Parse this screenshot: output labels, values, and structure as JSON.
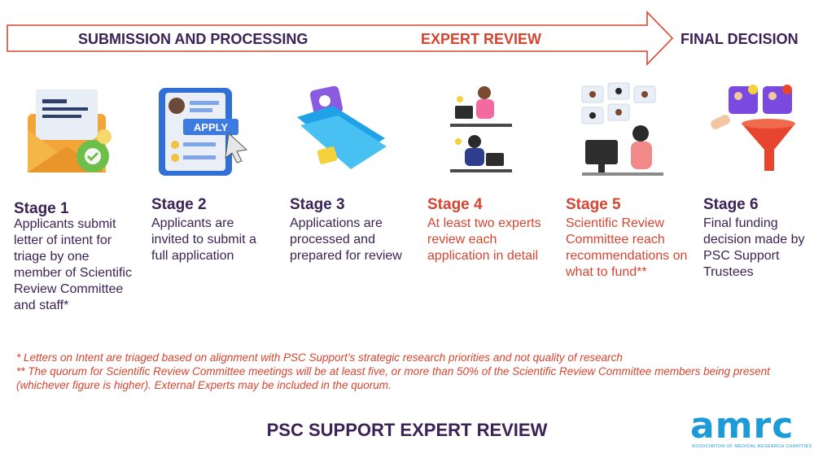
{
  "phases": [
    "SUBMISSION AND PROCESSING",
    "EXPERT REVIEW",
    "FINAL DECISION"
  ],
  "stages": [
    {
      "title": "Stage 1",
      "desc": "Applicants submit letter of intent for triage by one member of Scientific Review Committee and staff*",
      "icon": "envelope-letter-icon"
    },
    {
      "title": "Stage 2",
      "desc": "Applicants are invited to submit a full application",
      "icon": "apply-form-icon"
    },
    {
      "title": "Stage 3",
      "desc": "Applications are processed and prepared for review",
      "icon": "folder-icon"
    },
    {
      "title": "Stage 4",
      "desc": "At least two experts review each application in detail",
      "icon": "expert-reviewers-icon"
    },
    {
      "title": "Stage 5",
      "desc": "Scientific Review Committee reach recommendations on what to fund**",
      "icon": "video-meeting-icon"
    },
    {
      "title": "Stage 6",
      "desc": "Final funding decision made by PSC Support Trustees",
      "icon": "funnel-selection-icon"
    }
  ],
  "footnotes": [
    "* Letters on Intent are triaged based on alignment with PSC Support’s strategic research priorities and not quality of research",
    "** The quorum for Scientific Review Committee meetings will be at least five, or more than 50% of the Scientific Review Committee members being present (whichever figure is higher). External Experts may be included in the quorum."
  ],
  "footer_title": "PSC SUPPORT EXPERT REVIEW",
  "logo": {
    "word": "amrc",
    "subtitle": "ASSOCIATION OF MEDICAL RESEARCH CHARITIES"
  },
  "colors": {
    "accent_red": "#d6452f",
    "dark_purple": "#3b2257",
    "logo_blue": "#1d9bd7"
  }
}
